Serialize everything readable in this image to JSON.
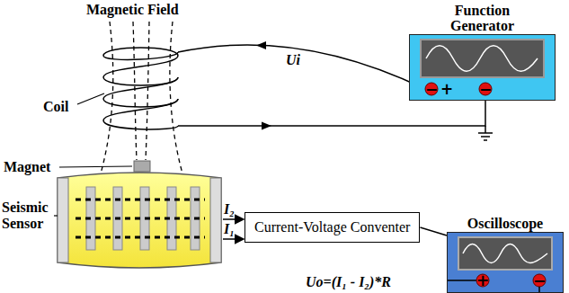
{
  "diagram": {
    "nodes": [
      {
        "text": [
          "Function Generator"
        ]
      },
      {
        "text": [
          "Current-Voltage Conventer"
        ]
      },
      {
        "text": [
          "Oscilloscope"
        ]
      }
    ],
    "edges": [
      {
        "from": 1,
        "to": 2,
        "arrow": "none"
      }
    ],
    "labels": [
      "Magnetic Field",
      "Coil",
      "Ui",
      "−",
      "+",
      "−",
      "Magnet",
      "Seismic Sensor",
      "I₂",
      "I₁",
      "Uo=(I₁ - I₂)*R",
      "+",
      "−"
    ]
  }
}
